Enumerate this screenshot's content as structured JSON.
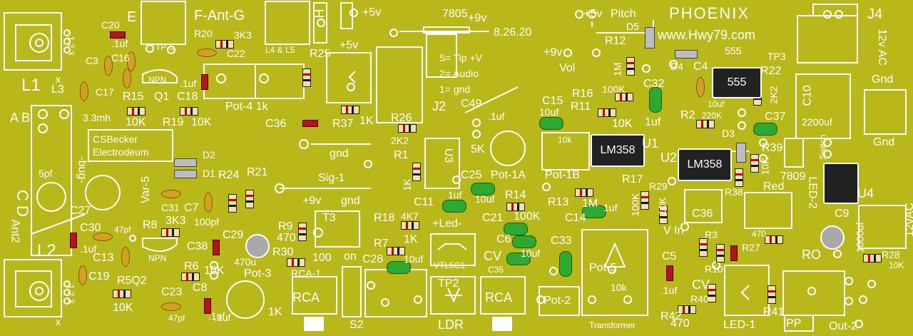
{
  "board": {
    "title": "PHOENIX",
    "url": "www.Hwy79.com",
    "date": "8.26.20",
    "credit": [
      "CSBecker",
      "Electrodeum"
    ]
  },
  "labels": {
    "E": "E",
    "F_Ant_G": "F-Ant-G",
    "H": "H",
    "J4": "J4",
    "AC12": "12v AC",
    "C20": "C20",
    "R20": "R20",
    "TP5": "TP-5",
    "R20_val": "3K3",
    "C16": "C16",
    "C3": "C3",
    "C22": "C22",
    "uf1a": ".1uf",
    "L1": "L1",
    "L3": "L3",
    "C17": "C17",
    "R15": "R15",
    "Q1": "Q1",
    "C18": "C18",
    "uf1b": ".1uf",
    "npn1": "NPN",
    "mh": "3.3mh",
    "R15_val": "10K",
    "R19": "R19",
    "R19_val": "10K",
    "Pot4": "Pot-4 1k",
    "L4L5": "L4 & L5",
    "R25": "R25",
    "plus5v_a": "+5v",
    "plus5v_b": "+5v",
    "v7805": "7805",
    "plus9v_a": "+9v",
    "plus5v_pitch": "+5v",
    "Pitch": "Pitch",
    "AB": "A  B",
    "CD": "C D",
    "Ant2": "Ant2",
    "pF5": "5pf",
    "nag": "-bug-",
    "D2": "D2",
    "D1": "D1",
    "R24": "R24",
    "R21": "R21",
    "Var5": "Var-5",
    "C31": "C31",
    "C36": "C36",
    "R37": "R37",
    "R37_val": "1K",
    "gnd": "gnd",
    "Sig1": "Sig-1",
    "R26": "R26",
    "R26_val": "2K2",
    "R1": "R1",
    "U3": "U3",
    "R1_val": "1K",
    "J2": "J2",
    "tip": "5= Tip +V",
    "audio": "2= Audio",
    "gnd1": "1= gnd",
    "C49": "C49",
    "C49_val": ".1uf",
    "C15": "C15",
    "C15_val": "10uf",
    "R16": "R16",
    "R16_val": "100K",
    "R11": "R11",
    "R11_val": "10K",
    "C32": "C32",
    "C32_val": "1uf",
    "v9vol": "+9v",
    "vol": "Vol",
    "R12": "R12",
    "R12_val": "1M",
    "D5": "D5",
    "D4": "D4",
    "C4": "C4",
    "C4_val": "10uf",
    "v555": "555",
    "v555ic": "555",
    "TP3": "TP3",
    "R22": "R22",
    "R22_val": "2K2",
    "R2": "R2",
    "R2_val": "220K",
    "C37": "C37",
    "C10": "C10",
    "C10_val": "2200uf",
    "Gnd_a": "Gnd",
    "Gnd_b": "Gnd",
    "D3": "D3",
    "R39": "R39",
    "R39_val": "10K",
    "sw": "Switch",
    "v7809": "7809",
    "LED2": "LED-2",
    "Red": "Red",
    "U4": "U4",
    "U1": "U1",
    "LM358a": "LM358",
    "U2": "U2",
    "LM358b": "LM358",
    "K5": "5K",
    "Pot1A": "Pot-1A",
    "Pot1B": "Pot-1B",
    "k10": "10k",
    "R17": "R17",
    "R17_val": "100K",
    "R29": "R29",
    "R29_val": "10K",
    "R38": "R38",
    "C36b": "C36",
    "vin": "V In",
    "C25": "C25",
    "C25_val": "10uf",
    "C11": "C11",
    "C11_val": "1uf",
    "R14": "R14",
    "R14_val": "100K",
    "R13": "R13",
    "R13_val": "1M",
    "C14": "C14",
    "C14_val": "1uf",
    "C21": "C21",
    "C6": "C6",
    "C6_val": "10uf",
    "C33": "C33",
    "CV_a": "CV",
    "C35": "C35",
    "C9": "C9",
    "C9_val": "1000uf",
    "AC12b": "12vAC",
    "R3": "R3",
    "R27": "R27",
    "R27_val": "470",
    "R28": "R28",
    "R28_val": "10K",
    "RO": "RO",
    "C5": "C5",
    "C5_val": ".1uf",
    "CV_b": "CV",
    "R10": "R10",
    "R40": "R40",
    "R42": "R42",
    "R42_val": "470",
    "LED1": "LED-1",
    "R41": "R41",
    "PP": "PP",
    "Out2": "Out-2",
    "Pot5": "Pot-5",
    "k10b": "10k",
    "Transformer": "Transformer",
    "Pot2": "Pot-2",
    "RCA_a": "RCA",
    "RCA_b": "RCA",
    "RCA1": "RCA-1",
    "TP2": "TP2",
    "LDR": "LDR",
    "S2": "S2",
    "VTL5C1": "VTL5C1",
    "Led_a": "+Led-",
    "R18": "R18",
    "R18_val": "4K7",
    "R7": "R7",
    "R7_val": "1K",
    "C28": "C28",
    "C28_val": "10uf",
    "T3": "T3",
    "on": "on",
    "R9": "R9",
    "R9_val": "470",
    "R30": "R30",
    "R30_val": "100",
    "plus9v_b": "+9v",
    "gnd_b": "gnd",
    "Pot3": "Pot-3",
    "K1": "1K",
    "C29": "C29",
    "C29_val": "470u",
    "C38": "C38",
    "C38_val": ".1uf",
    "R6": "R6",
    "R6_val": "10K",
    "C8": "C8",
    "R8": "R8",
    "R8_val": "3K3",
    "C7": "C7",
    "C7_val": "100pf",
    "C30": "C30",
    "C30_val": "47pf",
    "C27": "C27",
    "L2": "L2",
    "uf1c": ".1uf",
    "C13": "C13",
    "npn2": "NPN",
    "C19": "C19",
    "R5Q2": "R5Q2",
    "R5_val": "10K",
    "C23": "C23",
    "C23_val": "47pf",
    "uf1d": ".1uf",
    "x1": "x",
    "x2": "x",
    "nums1": "1 2 3",
    "nums2": "1 2 3"
  },
  "colors": {
    "board": "#b9b81a",
    "silkscreen": "#ffffff",
    "ic": "#222222",
    "cap_green": "#2ea82e",
    "cap_red": "#b01818",
    "cap_orange": "#d4a020"
  }
}
